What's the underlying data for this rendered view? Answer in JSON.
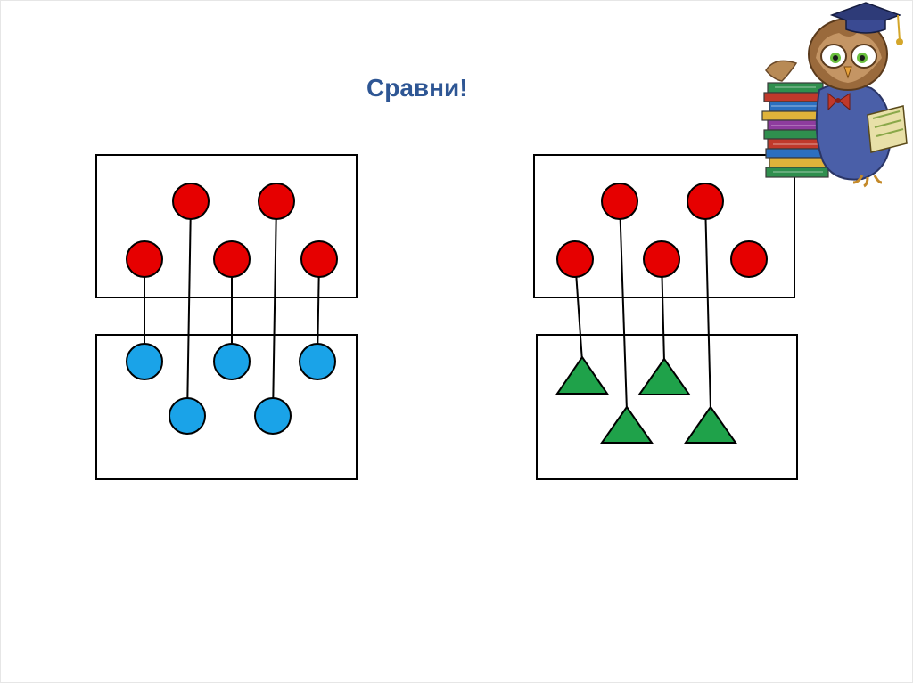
{
  "slide": {
    "title": "Сравни!"
  },
  "colors": {
    "title": "#2e5694",
    "red_circle": "#e60000",
    "blue_circle": "#1aa3e8",
    "green_triangle": "#1fa24a",
    "outline": "#000000"
  },
  "left_group": {
    "top_box": {
      "shape": "circle",
      "color": "red",
      "count": 5
    },
    "bottom_box": {
      "shape": "circle",
      "color": "blue",
      "count": 5
    },
    "pairs_connected": 5
  },
  "right_group": {
    "top_box": {
      "shape": "circle",
      "color": "red",
      "count": 5
    },
    "bottom_box": {
      "shape": "triangle",
      "color": "green",
      "count": 4
    },
    "pairs_connected": 4
  },
  "illustration": {
    "icon": "owl-with-books-icon"
  }
}
